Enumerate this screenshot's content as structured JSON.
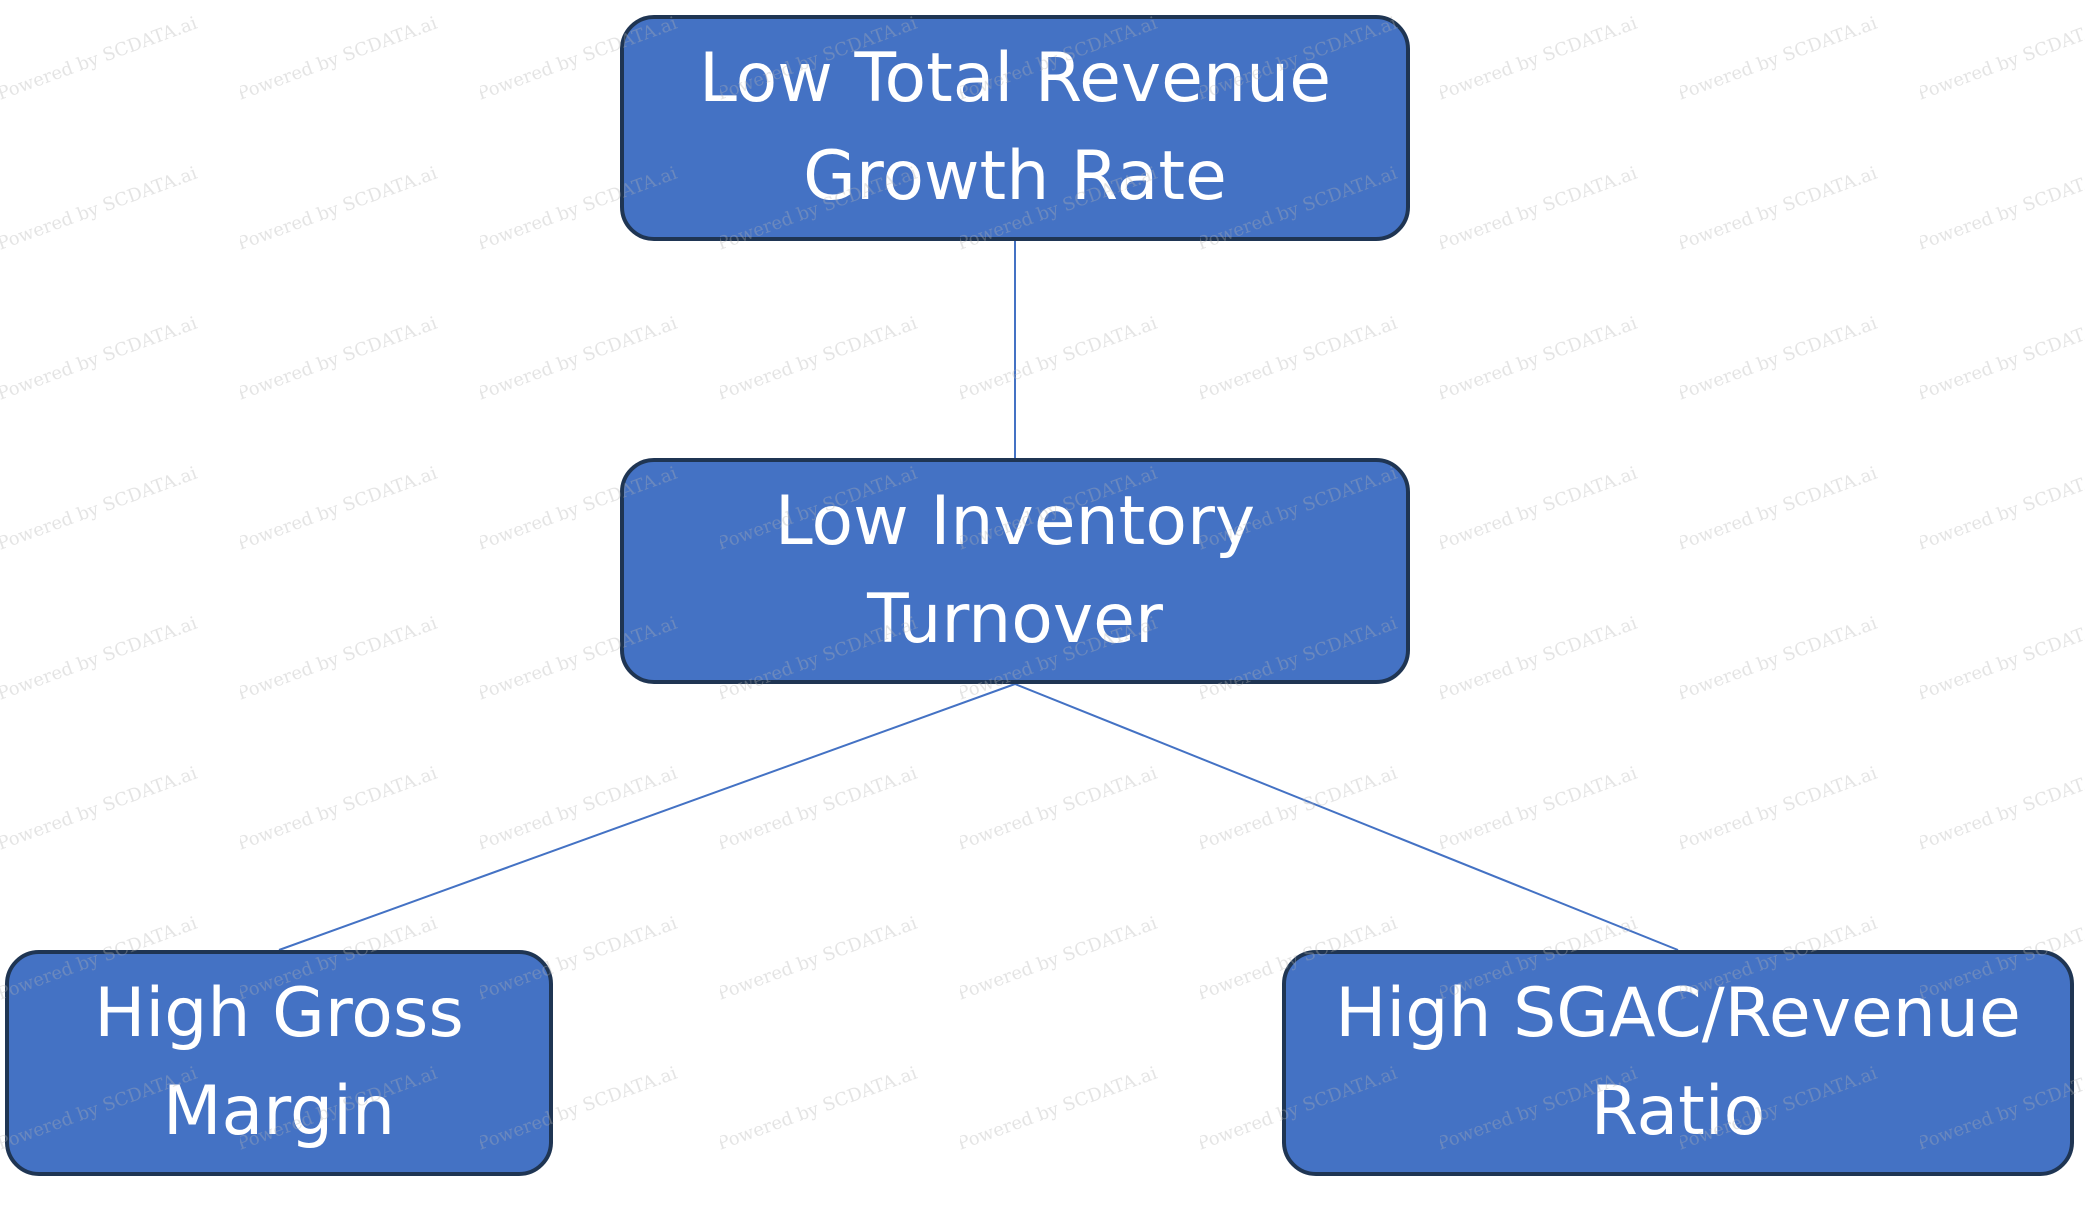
{
  "diagram": {
    "nodes": [
      {
        "id": "top",
        "label": "Low Total Revenue Growth Rate"
      },
      {
        "id": "middle",
        "label": "Low Inventory Turnover"
      },
      {
        "id": "left",
        "label": "High Gross Margin"
      },
      {
        "id": "right",
        "label": "High SGAC/Revenue Ratio"
      }
    ],
    "edges": [
      {
        "from": "top",
        "to": "middle"
      },
      {
        "from": "middle",
        "to": "left"
      },
      {
        "from": "middle",
        "to": "right"
      }
    ]
  },
  "watermark": {
    "text": "Powered by SCDATA.ai"
  },
  "colors": {
    "node_fill": "#4472C4",
    "node_border": "#1F3553",
    "connector": "#4472C4",
    "watermark": "#B0B0B0",
    "background": "#FFFFFF",
    "text": "#FFFFFF"
  }
}
